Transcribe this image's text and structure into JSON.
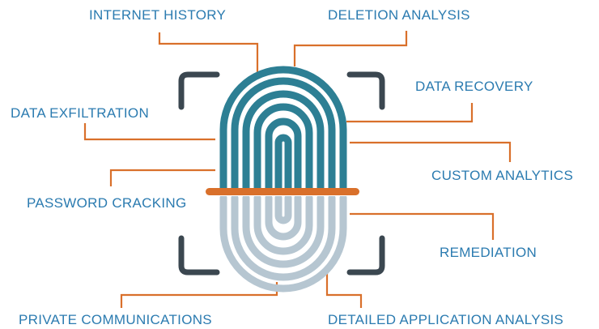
{
  "labels": {
    "internet_history": "INTERNET HISTORY",
    "deletion_analysis": "DELETION ANALYSIS",
    "data_recovery": "DATA RECOVERY",
    "data_exfiltration": "DATA EXFILTRATION",
    "custom_analytics": "CUSTOM ANALYTICS",
    "password_cracking": "PASSWORD CRACKING",
    "remediation": "REMEDIATION",
    "private_communications": "PRIVATE COMMUNICATIONS",
    "detailed_application_analysis": "DETAILED APPLICATION ANALYSIS"
  },
  "colors": {
    "label_text": "#2b7bb0",
    "connector": "#d9702b",
    "fingerprint_top": "#2d7f94",
    "fingerprint_bottom": "#b6c6d1",
    "scan_bar": "#d9702b",
    "corner_brackets": "#3b4750"
  },
  "icons": [
    "fingerprint-icon",
    "scan-frame-icon"
  ]
}
